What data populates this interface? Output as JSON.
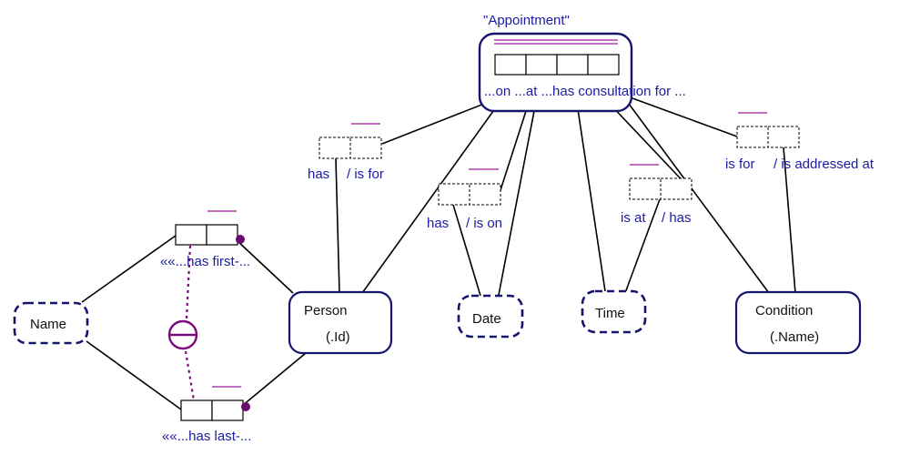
{
  "objective": {
    "name": "\"Appointment\"",
    "reading": "...on ...at ...has consultation for ..."
  },
  "entities": {
    "person": {
      "name": "Person",
      "refmode": "(.Id)"
    },
    "condition": {
      "name": "Condition",
      "refmode": "(.Name)"
    }
  },
  "value_types": {
    "name": "Name",
    "date": "Date",
    "time": "Time"
  },
  "fact_types": {
    "person_has_first": {
      "reading": "««...has first-..."
    },
    "person_has_last": {
      "reading": "««...has last-..."
    },
    "appointment_person": {
      "reading_left": "has",
      "reading_right": "/ is for"
    },
    "appointment_date": {
      "reading_left": "has",
      "reading_right": "/ is on"
    },
    "appointment_time": {
      "reading_left": "is at",
      "reading_right": "/ has"
    },
    "appointment_condition": {
      "reading_left": "is for",
      "reading_right": "/ is addressed at"
    }
  },
  "constraints": {
    "exclusion_symbol": "exclusive-or circle",
    "colors": {
      "entity_border": "#15156b",
      "label": "#1a1aa6",
      "constraint": "#7a0a7a",
      "uniqueness": "#a01a9a"
    }
  }
}
